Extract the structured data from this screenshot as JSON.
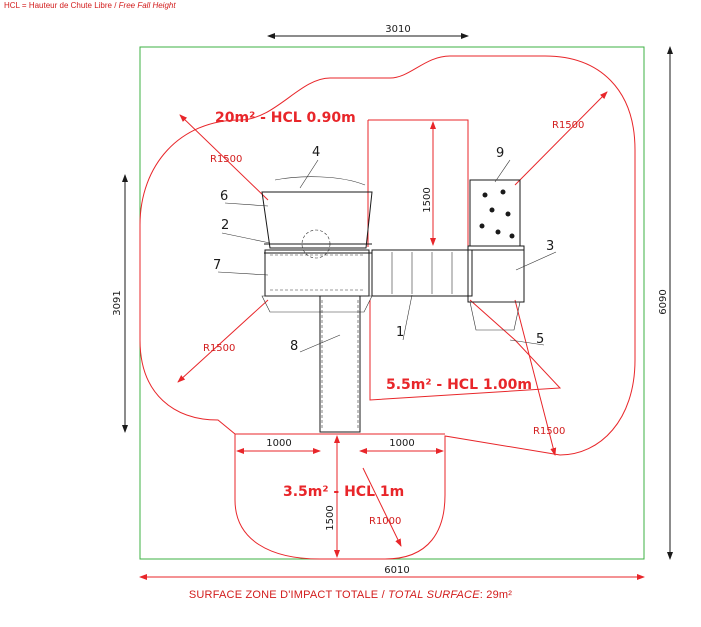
{
  "legend": {
    "text": "HCL = Hauteur de Chute Libre /",
    "italic": "Free Fall Height"
  },
  "dimensions": {
    "top_width": "3010",
    "left_height": "3091",
    "right_height": "6090",
    "bottom_width": "6010",
    "ramp_depth": "1500",
    "bottom_depth": "1500",
    "left_extent": "1000",
    "right_extent": "1000"
  },
  "radii": {
    "r_upper_left": "R1500",
    "r_lower_left": "R1500",
    "r_upper_right": "R1500",
    "r_lower_right": "R1500",
    "r_bottom": "R1000"
  },
  "zones": {
    "zone_top": "20m² - HCL 0.90m",
    "zone_mid": "5.5m² - HCL 1.00m",
    "zone_bottom": "3.5m² - HCL 1m"
  },
  "callouts": [
    "1",
    "2",
    "3",
    "4",
    "5",
    "6",
    "7",
    "8",
    "9"
  ],
  "footer": {
    "text": "SURFACE ZONE D'IMPACT TOTALE /",
    "italic": "TOTAL SURFACE",
    "value": ": 29m²"
  },
  "colors": {
    "impact_zone": "#e8262a",
    "site_boundary": "#3cb043",
    "equipment": "#1a1a1a"
  }
}
